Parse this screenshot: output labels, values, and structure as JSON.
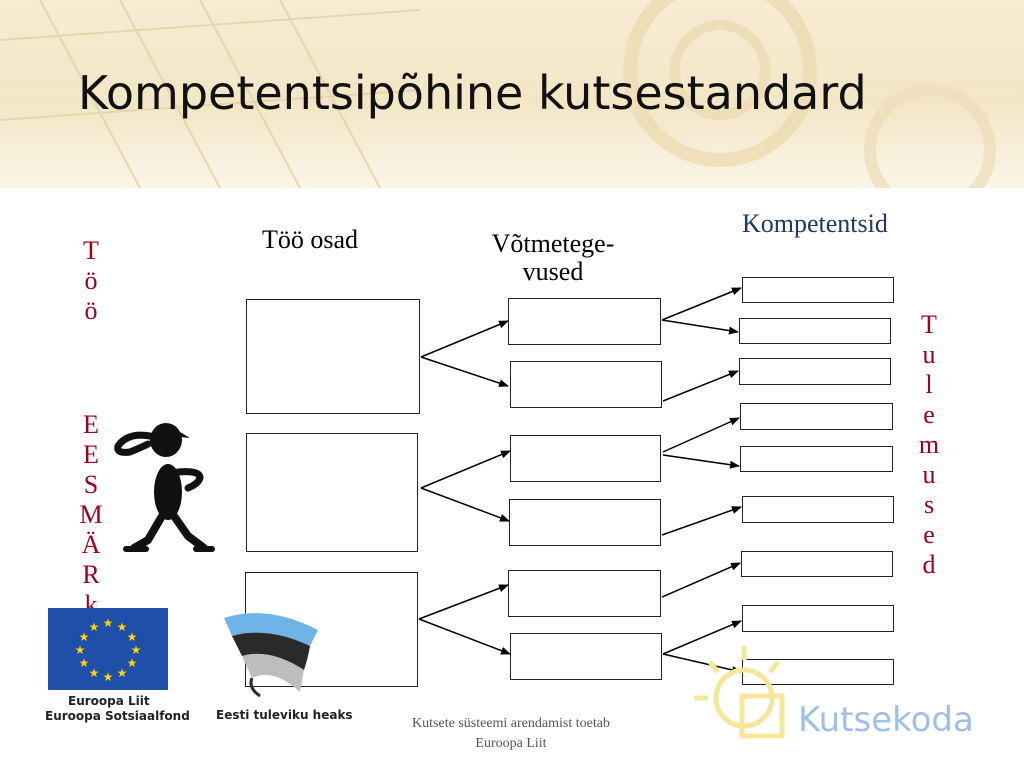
{
  "slide": {
    "title": "Kompetentsipõhine kutsestandard",
    "col_work_parts": "Töö osad",
    "col_key_tasks_line1": "Võtmetege-",
    "col_key_tasks_line2": "vused",
    "col_competences": "Kompetentsid",
    "left_vertical_top": [
      "T",
      "ö",
      "ö"
    ],
    "left_vertical_bottom": [
      "E",
      "E",
      "S",
      "M",
      "Ä",
      "R",
      "k"
    ],
    "right_vertical": [
      "T",
      "u",
      "l",
      "e",
      "m",
      "u",
      "s",
      "e",
      "d"
    ]
  },
  "logos": {
    "eu_line1": "Euroopa Liit",
    "eu_line2": "Euroopa Sotsiaalfond",
    "estonia_tagline": "Eesti tuleviku heaks",
    "kutsekoda": "Kutsekoda"
  },
  "footer": {
    "line1": "Kutsete süsteemi arendamist toetab",
    "line2": "Euroopa Liit"
  },
  "colors": {
    "vertical_text": "#a0001a",
    "competences_label": "#1f3864",
    "eu_blue": "#1f4fa8",
    "eu_star": "#ffd400"
  }
}
